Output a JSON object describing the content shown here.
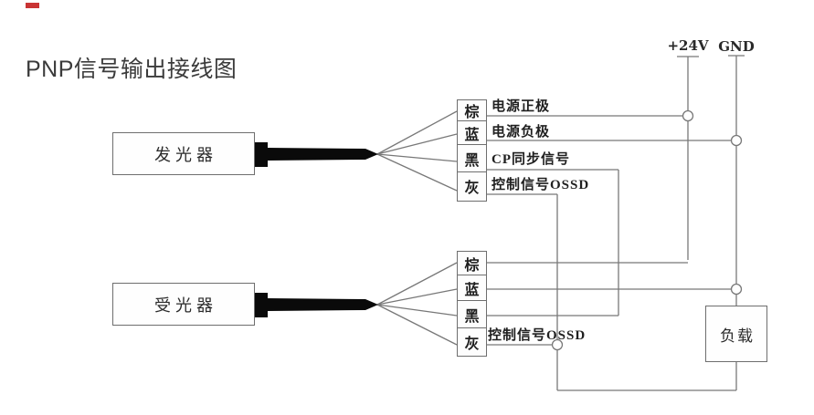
{
  "title": "PNP信号输出接线图",
  "marker_color": "#c93434",
  "diagram": {
    "line_color": "#787878",
    "cable_color": "#0a0a0a",
    "text_color": "#1f1f1f",
    "terminals": {
      "power": "+24V",
      "ground": "GND"
    },
    "devices": {
      "emitter": "发光器",
      "receiver": "受光器",
      "load": "负载"
    },
    "emitter_wires": [
      {
        "color_code": "棕",
        "signal": "电源正极"
      },
      {
        "color_code": "蓝",
        "signal": "电源负极"
      },
      {
        "color_code": "黑",
        "signal": "CP同步信号"
      },
      {
        "color_code": "灰",
        "signal": "控制信号OSSD"
      }
    ],
    "receiver_wires": [
      {
        "color_code": "棕",
        "signal": ""
      },
      {
        "color_code": "蓝",
        "signal": ""
      },
      {
        "color_code": "黑",
        "signal": ""
      },
      {
        "color_code": "灰",
        "signal": "控制信号OSSD"
      }
    ]
  }
}
